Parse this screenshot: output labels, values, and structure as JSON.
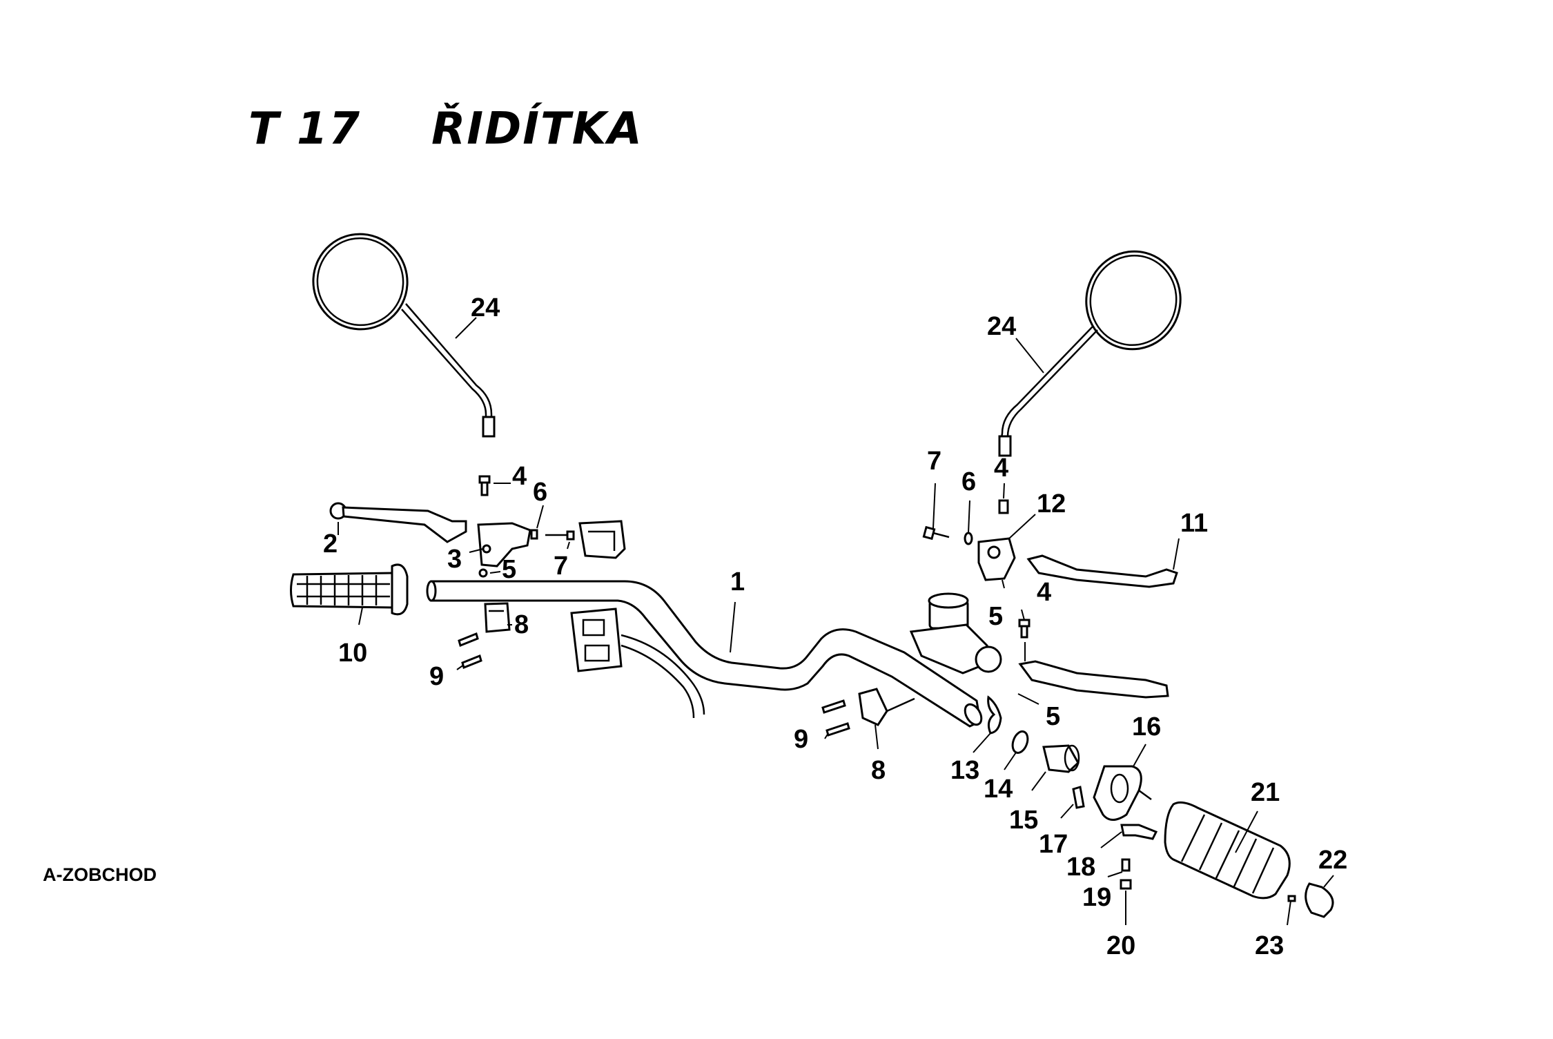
{
  "diagram": {
    "code": "T 17",
    "name": "ŘIDÍTKA",
    "watermark": "A-ZOBCHOD",
    "callouts": {
      "c1": "1",
      "c2": "2",
      "c3": "3",
      "c4a": "4",
      "c4b": "4",
      "c4c": "4",
      "c5a": "5",
      "c5b": "5",
      "c5c": "5",
      "c6a": "6",
      "c6b": "6",
      "c7a": "7",
      "c7b": "7",
      "c8a": "8",
      "c8b": "8",
      "c9a": "9",
      "c9b": "9",
      "c10": "10",
      "c11": "11",
      "c12": "12",
      "c13": "13",
      "c14": "14",
      "c15": "15",
      "c16": "16",
      "c17": "17",
      "c18": "18",
      "c19": "19",
      "c20": "20",
      "c21": "21",
      "c22": "22",
      "c23": "23",
      "c24a": "24",
      "c24b": "24"
    }
  }
}
